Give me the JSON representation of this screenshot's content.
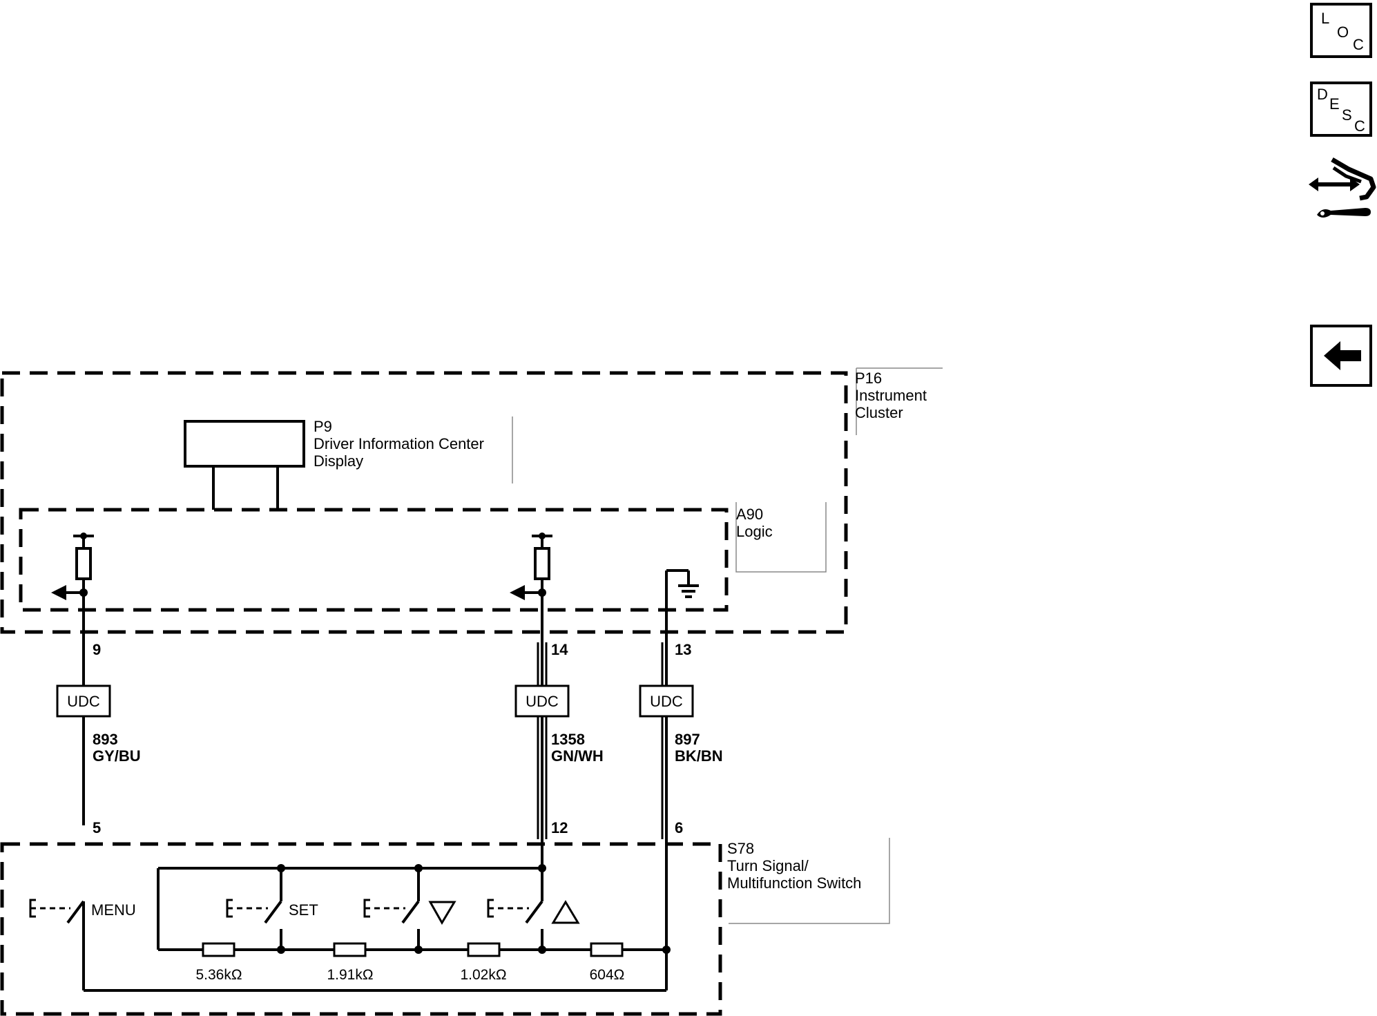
{
  "nav": {
    "loc": [
      "L",
      "O",
      "C"
    ],
    "desc": [
      "D",
      "E",
      "S",
      "C"
    ]
  },
  "components": {
    "p16": {
      "id": "P16",
      "line1": "Instrument",
      "line2": "Cluster"
    },
    "p9": {
      "id": "P9",
      "line1": "Driver Information Center",
      "line2": "Display"
    },
    "a90": {
      "id": "A90",
      "line1": "Logic"
    },
    "s78": {
      "id": "S78",
      "line1": "Turn Signal/",
      "line2": "Multifunction Switch"
    }
  },
  "pins_top": {
    "a": "9",
    "b": "14",
    "c": "13"
  },
  "pins_bottom": {
    "a": "5",
    "b": "12",
    "c": "6"
  },
  "connectors": {
    "a": "UDC",
    "b": "UDC",
    "c": "UDC"
  },
  "wires": {
    "a": {
      "circuit": "893",
      "color": "GY/BU"
    },
    "b": {
      "circuit": "1358",
      "color": "GN/WH"
    },
    "c": {
      "circuit": "897",
      "color": "BK/BN"
    }
  },
  "switches": {
    "menu": "MENU",
    "set": "SET"
  },
  "resistors": {
    "r1": "5.36kΩ",
    "r2": "1.91kΩ",
    "r3": "1.02kΩ",
    "r4": "604Ω"
  }
}
